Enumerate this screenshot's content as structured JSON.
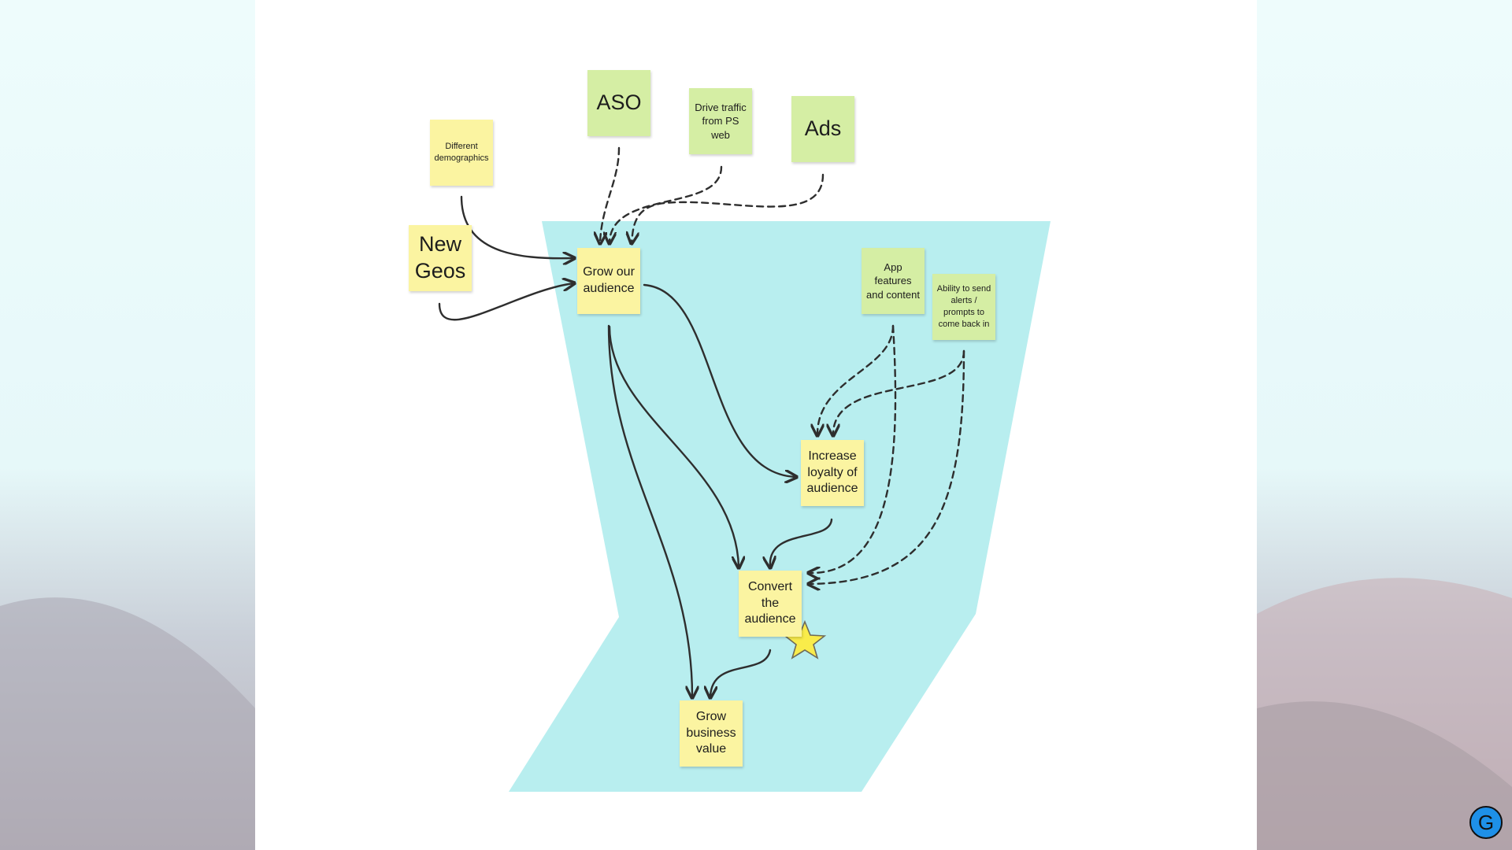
{
  "colors": {
    "funnel": "#b8eeef",
    "sticky_yellow": "#fbf4a1",
    "sticky_green": "#d5eea4",
    "arrow": "#2e2e2e",
    "star": "#f9ec4a",
    "assistant_button": "#1e90e8"
  },
  "stickies": {
    "different_demographics": "Different demographics",
    "new_geos": "New Geos",
    "aso": "ASO",
    "drive_traffic": "Drive traffic from PS web",
    "ads": "Ads",
    "grow_audience": "Grow our audience",
    "app_features": "App features and content",
    "ability_alerts": "Ability to send alerts / prompts to come back in",
    "increase_loyalty": "Increase loyalty of audience",
    "convert_audience": "Convert the audience",
    "grow_business": "Grow business value"
  },
  "assistant_button": {
    "label": "G",
    "icon": "assistant-g-icon"
  }
}
